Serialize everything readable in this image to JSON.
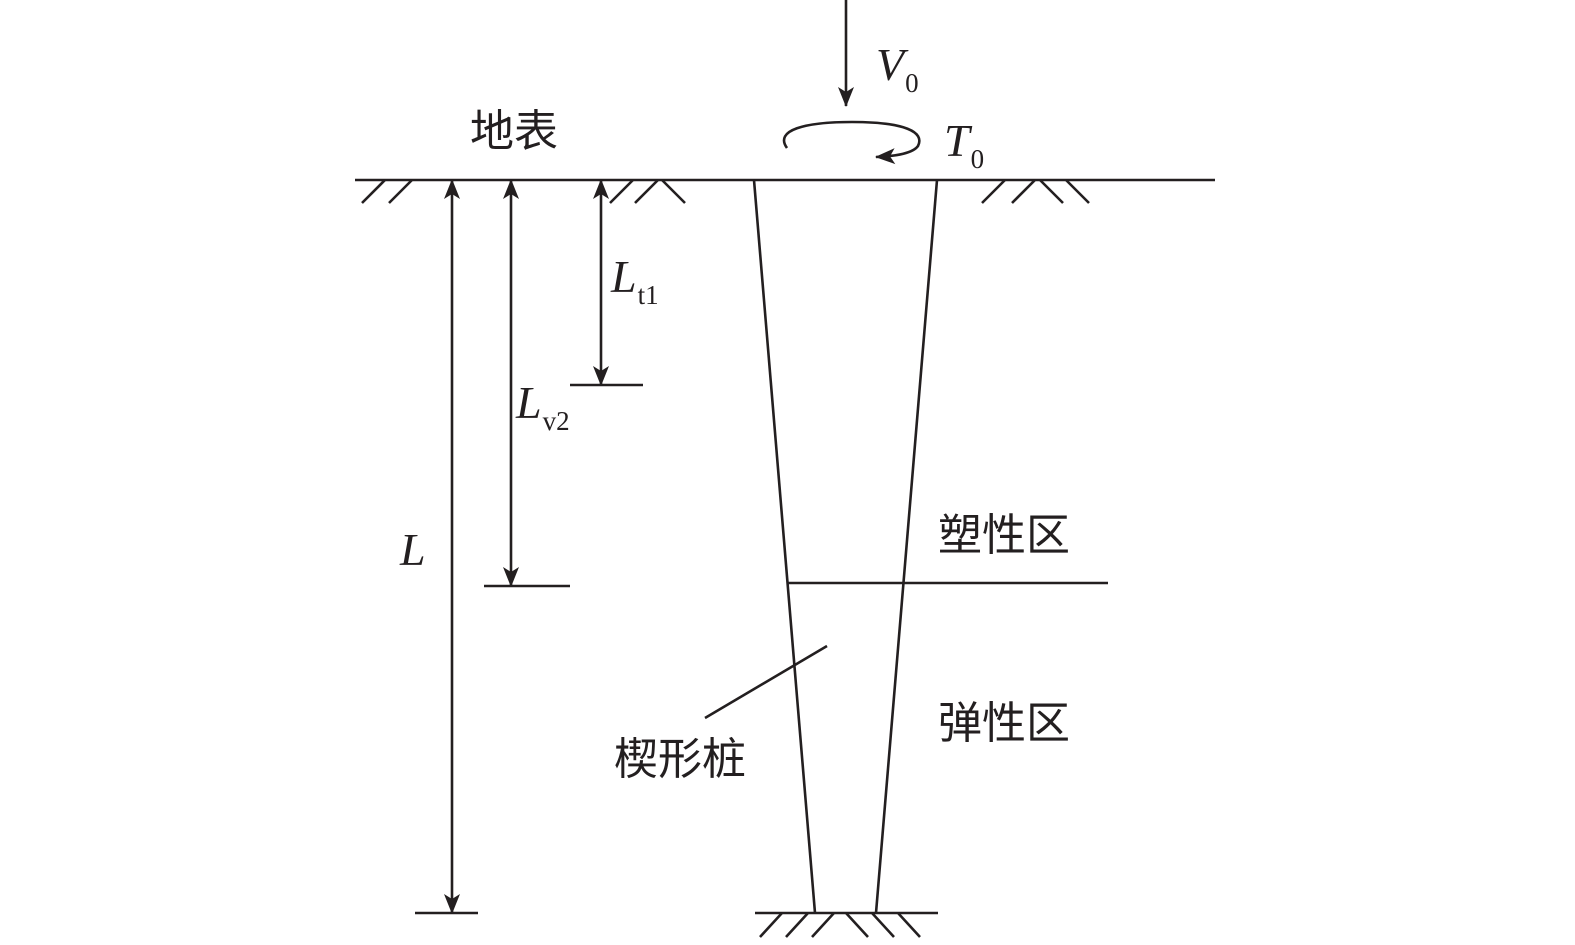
{
  "labels": {
    "ground_surface": "地表",
    "plastic_zone": "塑性区",
    "elastic_zone": "弹性区",
    "wedge_pile": "楔形桩"
  },
  "symbols": {
    "vertical_load": {
      "main": "V",
      "sub": "0"
    },
    "torque": {
      "main": "T",
      "sub": "0"
    },
    "torsion_depth": {
      "main": "L",
      "sub": "t1"
    },
    "vertical_depth": {
      "main": "L",
      "sub": "v2"
    },
    "pile_length": {
      "main": "L"
    }
  },
  "colors": {
    "line": "#231f20",
    "background": "#ffffff"
  }
}
